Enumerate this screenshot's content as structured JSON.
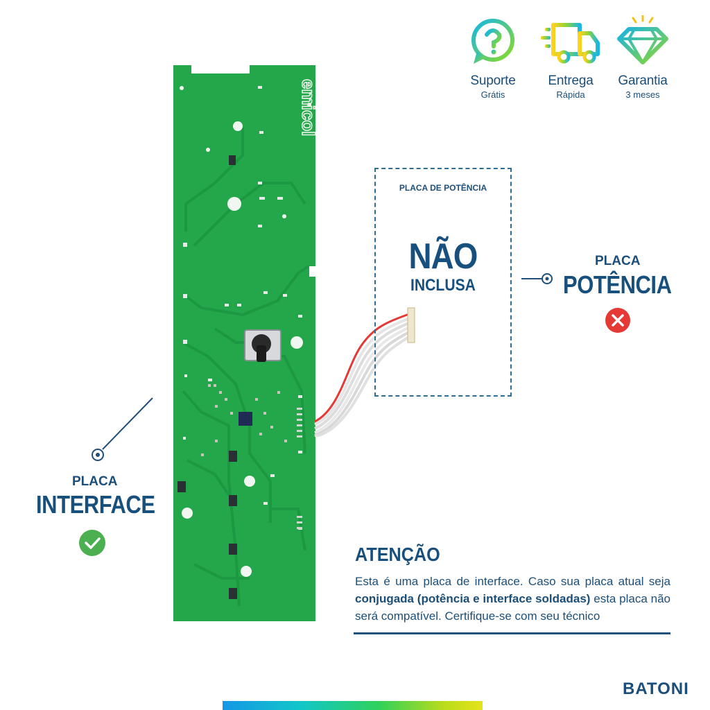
{
  "badges": [
    {
      "title": "Suporte",
      "subtitle": "Grátis",
      "icon": "help-chat-icon"
    },
    {
      "title": "Entrega",
      "subtitle": "Rápida",
      "icon": "delivery-truck-icon"
    },
    {
      "title": "Garantia",
      "subtitle": "3 meses",
      "icon": "diamond-icon"
    }
  ],
  "power_box": {
    "header": "PLACA DE POTÊNCIA",
    "big": "NÃO",
    "sub": "INCLUSA"
  },
  "right_label": {
    "small": "PLACA",
    "big": "POTÊNCIA",
    "status_icon": "cross-icon"
  },
  "left_label": {
    "small": "PLACA",
    "big": "INTERFACE",
    "status_icon": "check-icon"
  },
  "pcb": {
    "logo_text": "emicol"
  },
  "attention": {
    "title": "ATENÇÃO",
    "line_a": "Esta é uma placa de interface. Caso sua placa atual seja",
    "line_b_bold": "conjugada (potência e interface soldadas)",
    "line_b_rest": " esta placa",
    "line_c": "não será compatível. Certifique-se com seu técnico"
  },
  "brand": "BATONI",
  "colors": {
    "accent": "#1a4e7c",
    "pcb_green": "#22a94a",
    "ok": "#4caf50",
    "error": "#e53935"
  }
}
